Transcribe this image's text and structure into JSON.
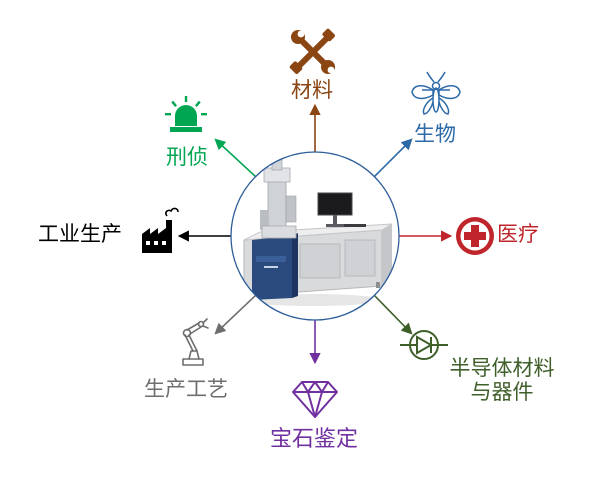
{
  "center": {
    "name": "scanning-electron-microscope",
    "ring_color": "#2e5d9a"
  },
  "applications": [
    {
      "key": "materials",
      "label": "材料",
      "color": "#8b4513",
      "icon": "wrench-screwdriver-icon"
    },
    {
      "key": "biology",
      "label": "生物",
      "color": "#2e6aa8",
      "icon": "insect-icon"
    },
    {
      "key": "medical",
      "label": "医疗",
      "color": "#c0252b",
      "icon": "medical-cross-icon"
    },
    {
      "key": "semiconductor",
      "label_line1": "半导体材料",
      "label_line2": "与器件",
      "color": "#3f5f2a",
      "icon": "diode-icon"
    },
    {
      "key": "gemology",
      "label": "宝石鉴定",
      "color": "#7030a0",
      "icon": "gem-icon"
    },
    {
      "key": "manufacturing",
      "label": "生产工艺",
      "color": "#6e6e6e",
      "icon": "robot-arm-icon"
    },
    {
      "key": "industry",
      "label": "工业生产",
      "color": "#000000",
      "icon": "factory-icon"
    },
    {
      "key": "forensics",
      "label": "刑侦",
      "color": "#00a651",
      "icon": "siren-icon"
    }
  ]
}
